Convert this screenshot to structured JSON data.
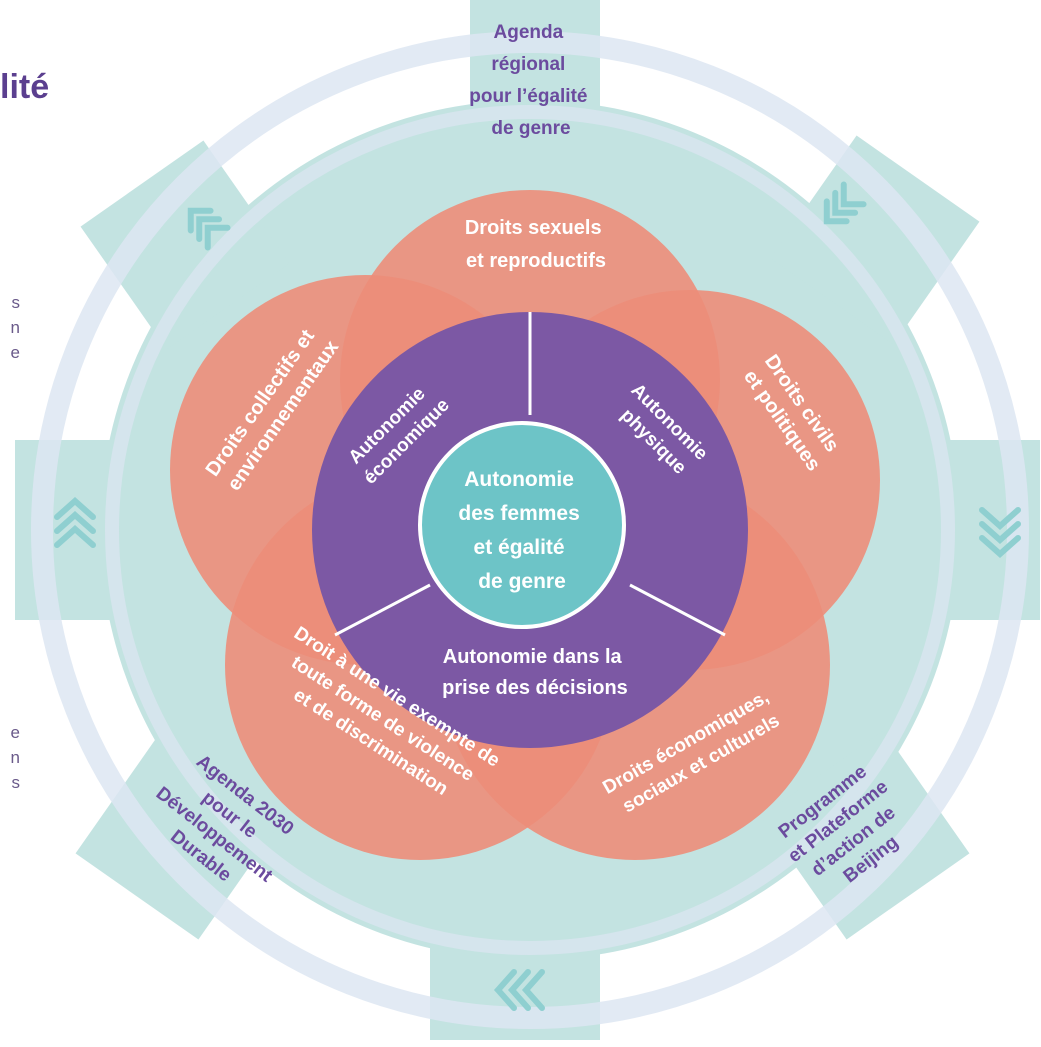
{
  "page": {
    "title_fragment": "lité",
    "side_fragments_top": [
      "s",
      "n",
      "e"
    ],
    "side_fragments_bottom": [
      "e",
      "n",
      "s"
    ]
  },
  "diagram": {
    "colors": {
      "gear": "#c3e3e1",
      "gear_arrows": "#8fcfd0",
      "ring": "#dde6f2",
      "rights_circles": "#ef8a74",
      "autonomy_ring": "#7c58a4",
      "center": "#6dc4c7",
      "frame_text": "#6b4b9e",
      "white_text": "#ffffff"
    },
    "frameworks": {
      "regional": [
        "Agenda",
        "régional",
        "pour l’égalité",
        "de genre"
      ],
      "agenda_2030": [
        "Agenda 2030",
        "pour le",
        "Développement",
        "Durable"
      ],
      "beijing": [
        "Programme",
        "et Plateforme",
        "d’action de",
        "Beijing"
      ]
    },
    "rights": {
      "sexual": [
        "Droits sexuels",
        "et reproductifs"
      ],
      "civil": [
        "Droits civils",
        "et politiques"
      ],
      "economic_social": [
        "Droits économiques,",
        "sociaux et culturels"
      ],
      "violence_free": [
        "Droit à une vie exempte de",
        "toute forme de violence",
        "et de discrimination"
      ],
      "collective": [
        "Droits collectifs et",
        "environnementaux"
      ]
    },
    "autonomies": {
      "economic": [
        "Autonomie",
        "économique"
      ],
      "physical": [
        "Autonomie",
        "physique"
      ],
      "decision": [
        "Autonomie dans la",
        "prise des décisions"
      ]
    },
    "center": [
      "Autonomie",
      "des femmes",
      "et égalité",
      "de genre"
    ],
    "icons": {
      "top_left": "chevrons-up-right-icon",
      "top_right": "chevrons-down-right-icon",
      "left": "chevrons-up-icon",
      "right": "chevrons-down-icon",
      "bottom": "chevrons-left-icon"
    }
  }
}
